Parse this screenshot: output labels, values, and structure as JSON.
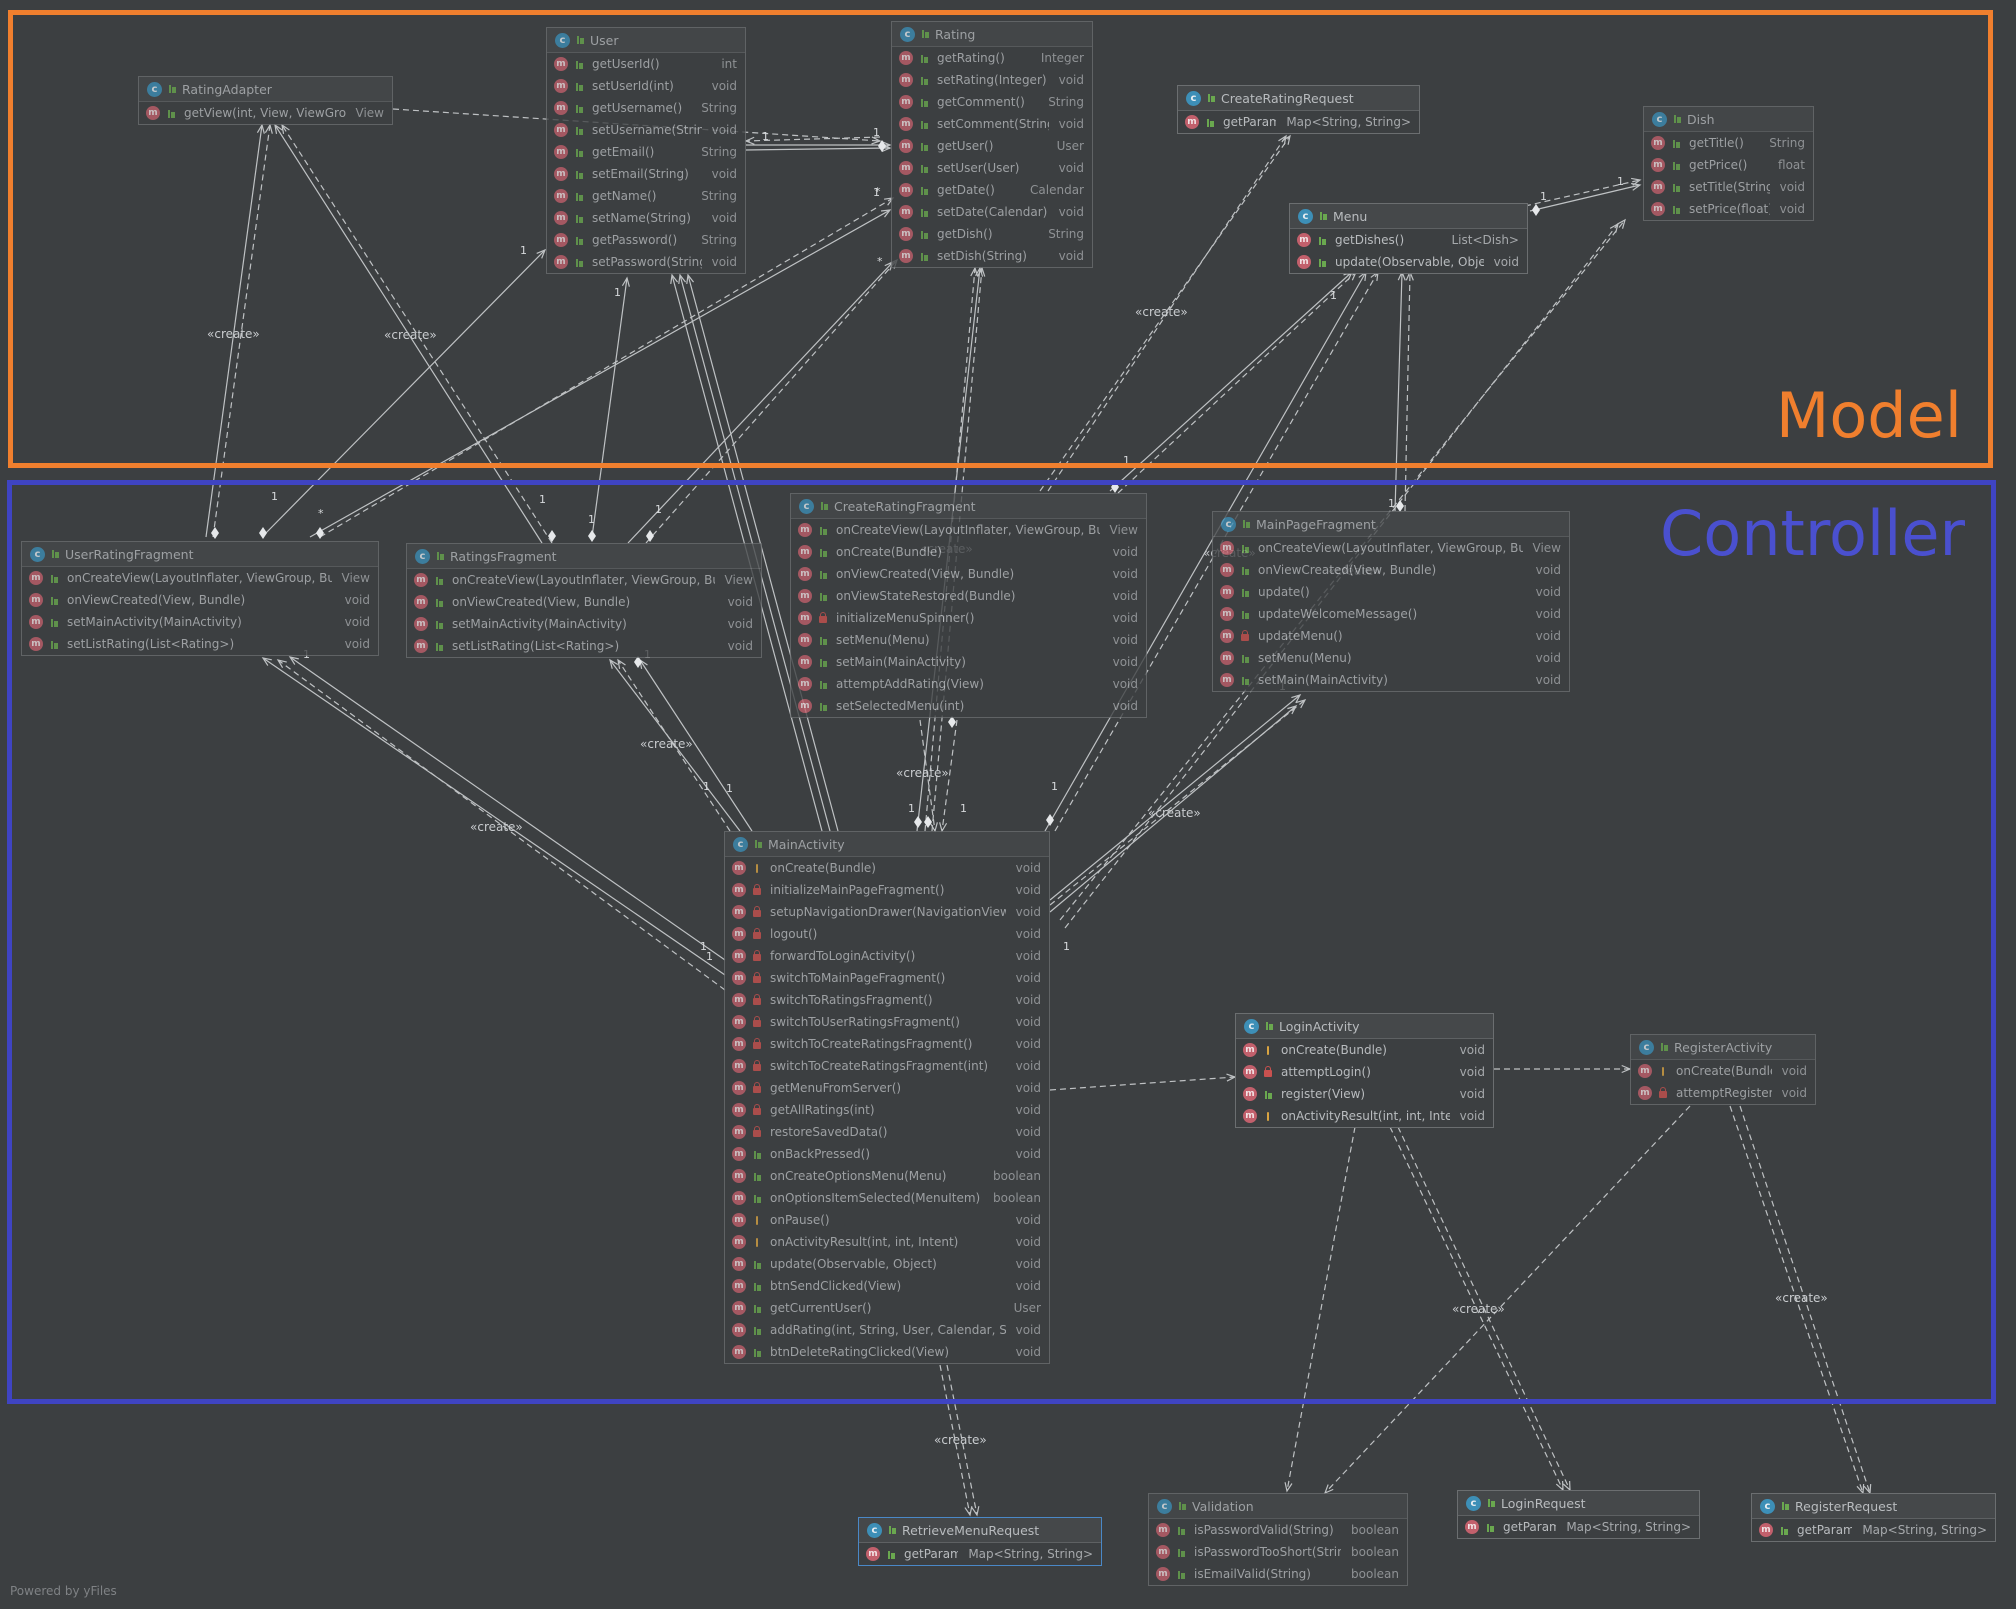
{
  "packages": [
    {
      "id": "model",
      "label": "Model",
      "color": "#f07f2e",
      "label_color": "#f07f2e"
    },
    {
      "id": "controller",
      "label": "Controller",
      "color": "#3f44c2",
      "label_color": "#4a50cf"
    }
  ],
  "classes": [
    {
      "id": "RatingAdapter",
      "name": "RatingAdapter",
      "dim": true,
      "methods": [
        {
          "name": "getView(int, View, ViewGroup)",
          "type": "View",
          "vis": "pub"
        }
      ]
    },
    {
      "id": "User",
      "name": "User",
      "dim": true,
      "methods": [
        {
          "name": "getUserId()",
          "type": "int",
          "vis": "pub"
        },
        {
          "name": "setUserId(int)",
          "type": "void",
          "vis": "pub"
        },
        {
          "name": "getUsername()",
          "type": "String",
          "vis": "pub"
        },
        {
          "name": "setUsername(String)",
          "type": "void",
          "vis": "pub"
        },
        {
          "name": "getEmail()",
          "type": "String",
          "vis": "pub"
        },
        {
          "name": "setEmail(String)",
          "type": "void",
          "vis": "pub"
        },
        {
          "name": "getName()",
          "type": "String",
          "vis": "pub"
        },
        {
          "name": "setName(String)",
          "type": "void",
          "vis": "pub"
        },
        {
          "name": "getPassword()",
          "type": "String",
          "vis": "pub"
        },
        {
          "name": "setPassword(String)",
          "type": "void",
          "vis": "pub"
        }
      ]
    },
    {
      "id": "Rating",
      "name": "Rating",
      "dim": true,
      "methods": [
        {
          "name": "getRating()",
          "type": "Integer",
          "vis": "pub"
        },
        {
          "name": "setRating(Integer)",
          "type": "void",
          "vis": "pub"
        },
        {
          "name": "getComment()",
          "type": "String",
          "vis": "pub"
        },
        {
          "name": "setComment(String)",
          "type": "void",
          "vis": "pub"
        },
        {
          "name": "getUser()",
          "type": "User",
          "vis": "pub"
        },
        {
          "name": "setUser(User)",
          "type": "void",
          "vis": "pub"
        },
        {
          "name": "getDate()",
          "type": "Calendar",
          "vis": "pub"
        },
        {
          "name": "setDate(Calendar)",
          "type": "void",
          "vis": "pub"
        },
        {
          "name": "getDish()",
          "type": "String",
          "vis": "pub"
        },
        {
          "name": "setDish(String)",
          "type": "void",
          "vis": "pub"
        }
      ]
    },
    {
      "id": "CreateRatingRequest",
      "name": "CreateRatingRequest",
      "dim": false,
      "methods": [
        {
          "name": "getParams()",
          "type": "Map<String, String>",
          "vis": "pub"
        }
      ]
    },
    {
      "id": "Dish",
      "name": "Dish",
      "dim": true,
      "methods": [
        {
          "name": "getTitle()",
          "type": "String",
          "vis": "pub"
        },
        {
          "name": "getPrice()",
          "type": "float",
          "vis": "pub"
        },
        {
          "name": "setTitle(String)",
          "type": "void",
          "vis": "pub"
        },
        {
          "name": "setPrice(float)",
          "type": "void",
          "vis": "pub"
        }
      ]
    },
    {
      "id": "Menu",
      "name": "Menu",
      "dim": false,
      "methods": [
        {
          "name": "getDishes()",
          "type": "List<Dish>",
          "vis": "pub"
        },
        {
          "name": "update(Observable, Object)",
          "type": "void",
          "vis": "pub"
        }
      ]
    },
    {
      "id": "UserRatingFragment",
      "name": "UserRatingFragment",
      "dim": true,
      "methods": [
        {
          "name": "onCreateView(LayoutInflater, ViewGroup, Bundle)",
          "type": "View",
          "vis": "pub"
        },
        {
          "name": "onViewCreated(View, Bundle)",
          "type": "void",
          "vis": "pub"
        },
        {
          "name": "setMainActivity(MainActivity)",
          "type": "void",
          "vis": "pub"
        },
        {
          "name": "setListRating(List<Rating>)",
          "type": "void",
          "vis": "pub"
        }
      ]
    },
    {
      "id": "RatingsFragment",
      "name": "RatingsFragment",
      "dim": true,
      "methods": [
        {
          "name": "onCreateView(LayoutInflater, ViewGroup, Bundle)",
          "type": "View",
          "vis": "pub"
        },
        {
          "name": "onViewCreated(View, Bundle)",
          "type": "void",
          "vis": "pub"
        },
        {
          "name": "setMainActivity(MainActivity)",
          "type": "void",
          "vis": "pub"
        },
        {
          "name": "setListRating(List<Rating>)",
          "type": "void",
          "vis": "pub"
        }
      ]
    },
    {
      "id": "CreateRatingFragment",
      "name": "CreateRatingFragment",
      "dim": true,
      "methods": [
        {
          "name": "onCreateView(LayoutInflater, ViewGroup, Bundle)",
          "type": "View",
          "vis": "pub"
        },
        {
          "name": "onCreate(Bundle)",
          "type": "void",
          "vis": "pub"
        },
        {
          "name": "onViewCreated(View, Bundle)",
          "type": "void",
          "vis": "pub"
        },
        {
          "name": "onViewStateRestored(Bundle)",
          "type": "void",
          "vis": "pub"
        },
        {
          "name": "initializeMenuSpinner()",
          "type": "void",
          "vis": "priv"
        },
        {
          "name": "setMenu(Menu)",
          "type": "void",
          "vis": "pub"
        },
        {
          "name": "setMain(MainActivity)",
          "type": "void",
          "vis": "pub"
        },
        {
          "name": "attemptAddRating(View)",
          "type": "void",
          "vis": "pub"
        },
        {
          "name": "setSelectedMenu(int)",
          "type": "void",
          "vis": "pub"
        }
      ]
    },
    {
      "id": "MainPageFragment",
      "name": "MainPageFragment",
      "dim": true,
      "methods": [
        {
          "name": "onCreateView(LayoutInflater, ViewGroup, Bundle)",
          "type": "View",
          "vis": "pub"
        },
        {
          "name": "onViewCreated(View, Bundle)",
          "type": "void",
          "vis": "pub"
        },
        {
          "name": "update()",
          "type": "void",
          "vis": "pub"
        },
        {
          "name": "updateWelcomeMessage()",
          "type": "void",
          "vis": "pub"
        },
        {
          "name": "updateMenu()",
          "type": "void",
          "vis": "priv"
        },
        {
          "name": "setMenu(Menu)",
          "type": "void",
          "vis": "pub"
        },
        {
          "name": "setMain(MainActivity)",
          "type": "void",
          "vis": "pub"
        }
      ]
    },
    {
      "id": "MainActivity",
      "name": "MainActivity",
      "dim": true,
      "methods": [
        {
          "name": "onCreate(Bundle)",
          "type": "void",
          "vis": "prot"
        },
        {
          "name": "initializeMainPageFragment()",
          "type": "void",
          "vis": "priv"
        },
        {
          "name": "setupNavigationDrawer(NavigationView)",
          "type": "void",
          "vis": "priv"
        },
        {
          "name": "logout()",
          "type": "void",
          "vis": "priv"
        },
        {
          "name": "forwardToLoginActivity()",
          "type": "void",
          "vis": "priv"
        },
        {
          "name": "switchToMainPageFragment()",
          "type": "void",
          "vis": "priv"
        },
        {
          "name": "switchToRatingsFragment()",
          "type": "void",
          "vis": "priv"
        },
        {
          "name": "switchToUserRatingsFragment()",
          "type": "void",
          "vis": "priv"
        },
        {
          "name": "switchToCreateRatingsFragment()",
          "type": "void",
          "vis": "priv"
        },
        {
          "name": "switchToCreateRatingsFragment(int)",
          "type": "void",
          "vis": "priv"
        },
        {
          "name": "getMenuFromServer()",
          "type": "void",
          "vis": "priv"
        },
        {
          "name": "getAllRatings(int)",
          "type": "void",
          "vis": "priv"
        },
        {
          "name": "restoreSavedData()",
          "type": "void",
          "vis": "priv"
        },
        {
          "name": "onBackPressed()",
          "type": "void",
          "vis": "pub"
        },
        {
          "name": "onCreateOptionsMenu(Menu)",
          "type": "boolean",
          "vis": "pub"
        },
        {
          "name": "onOptionsItemSelected(MenuItem)",
          "type": "boolean",
          "vis": "pub"
        },
        {
          "name": "onPause()",
          "type": "void",
          "vis": "prot"
        },
        {
          "name": "onActivityResult(int, int, Intent)",
          "type": "void",
          "vis": "prot"
        },
        {
          "name": "update(Observable, Object)",
          "type": "void",
          "vis": "pub"
        },
        {
          "name": "btnSendClicked(View)",
          "type": "void",
          "vis": "pub"
        },
        {
          "name": "getCurrentUser()",
          "type": "User",
          "vis": "pub"
        },
        {
          "name": "addRating(int, String, User, Calendar, String)",
          "type": "void",
          "vis": "pub"
        },
        {
          "name": "btnDeleteRatingClicked(View)",
          "type": "void",
          "vis": "pub"
        }
      ]
    },
    {
      "id": "LoginActivity",
      "name": "LoginActivity",
      "dim": false,
      "methods": [
        {
          "name": "onCreate(Bundle)",
          "type": "void",
          "vis": "prot"
        },
        {
          "name": "attemptLogin()",
          "type": "void",
          "vis": "priv"
        },
        {
          "name": "register(View)",
          "type": "void",
          "vis": "pub"
        },
        {
          "name": "onActivityResult(int, int, Intent)",
          "type": "void",
          "vis": "prot"
        }
      ]
    },
    {
      "id": "RegisterActivity",
      "name": "RegisterActivity",
      "dim": true,
      "methods": [
        {
          "name": "onCreate(Bundle)",
          "type": "void",
          "vis": "prot"
        },
        {
          "name": "attemptRegister()",
          "type": "void",
          "vis": "priv"
        }
      ]
    },
    {
      "id": "RetrieveMenuRequest",
      "name": "RetrieveMenuRequest",
      "dim": false,
      "selected": true,
      "methods": [
        {
          "name": "getParams()",
          "type": "Map<String, String>",
          "vis": "pub"
        }
      ]
    },
    {
      "id": "Validation",
      "name": "Validation",
      "dim": true,
      "methods": [
        {
          "name": "isPasswordValid(String)",
          "type": "boolean",
          "vis": "pub"
        },
        {
          "name": "isPasswordTooShort(String)",
          "type": "boolean",
          "vis": "pub"
        },
        {
          "name": "isEmailValid(String)",
          "type": "boolean",
          "vis": "pub"
        }
      ]
    },
    {
      "id": "LoginRequest",
      "name": "LoginRequest",
      "dim": false,
      "methods": [
        {
          "name": "getParams()",
          "type": "Map<String, String>",
          "vis": "pub"
        }
      ]
    },
    {
      "id": "RegisterRequest",
      "name": "RegisterRequest",
      "dim": false,
      "methods": [
        {
          "name": "getParams()",
          "type": "Map<String, String>",
          "vis": "pub"
        }
      ]
    }
  ],
  "icons": {
    "class": "class-icon",
    "method": "method-icon"
  },
  "create_label": "«create»",
  "edge_labels": [
    {
      "text": "«create»"
    },
    {
      "text": "«create»"
    },
    {
      "text": "«create»"
    },
    {
      "text": "«create»"
    },
    {
      "text": "«create»"
    },
    {
      "text": "«create»"
    },
    {
      "text": "«create»"
    },
    {
      "text": "«create»"
    },
    {
      "text": "«create»"
    },
    {
      "text": "«create»"
    },
    {
      "text": "«create»"
    },
    {
      "text": "«create»"
    },
    {
      "text": "«create»"
    }
  ],
  "multiplicities": [
    "1",
    "1",
    "1",
    "1",
    "1",
    "*",
    "*",
    "1",
    "*",
    "1",
    "1",
    "1",
    "1",
    "1",
    "1",
    "1",
    "1",
    "1",
    "1",
    "1",
    "1",
    "1",
    "1",
    "1",
    "1",
    "1",
    "1",
    "1"
  ],
  "footer": "Powered by yFiles"
}
